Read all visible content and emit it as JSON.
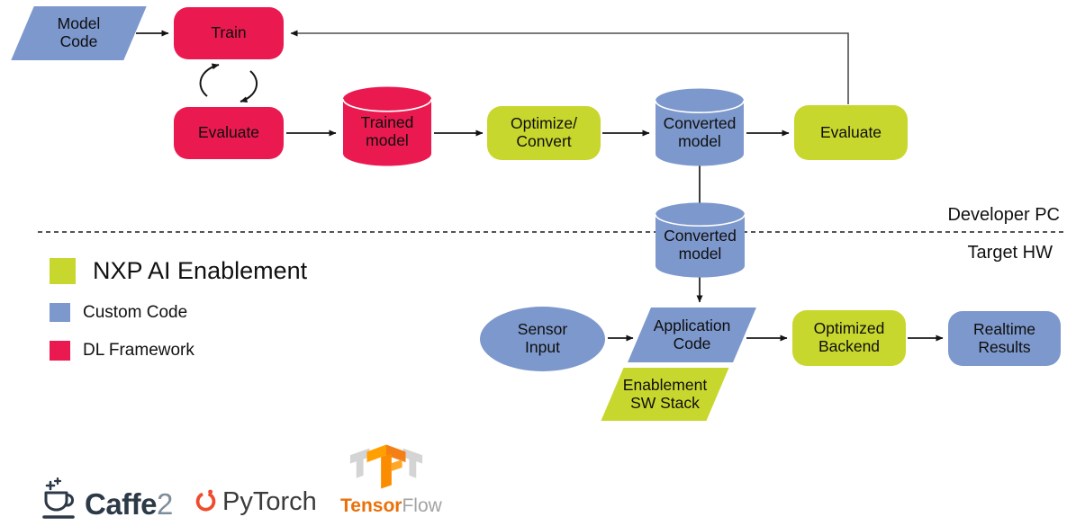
{
  "colors": {
    "enablement": "#C8D72E",
    "custom": "#7D98CC",
    "framework": "#EA1A50"
  },
  "zones": {
    "developer_pc": "Developer PC",
    "target_hw": "Target HW"
  },
  "nodes": {
    "model_code": "Model\nCode",
    "train": "Train",
    "evaluate_framework": "Evaluate",
    "trained_model": "Trained\nmodel",
    "optimize_convert": "Optimize/\nConvert",
    "converted_model_pc": "Converted\nmodel",
    "evaluate_enablement": "Evaluate",
    "converted_model_hw": "Converted\nmodel",
    "sensor_input": "Sensor\nInput",
    "application_code": "Application\nCode",
    "enablement_sw_stack": "Enablement\nSW Stack",
    "optimized_backend": "Optimized\nBackend",
    "realtime_results": "Realtime\nResults"
  },
  "legend": {
    "items": [
      {
        "label": "NXP AI Enablement",
        "color": "#C8D72E"
      },
      {
        "label": "Custom Code",
        "color": "#7D98CC"
      },
      {
        "label": "DL Framework",
        "color": "#EA1A50"
      }
    ]
  },
  "logos": {
    "caffe2": {
      "name": "Caffe",
      "suffix": "2"
    },
    "pytorch": {
      "name": "PyTorch"
    },
    "tensorflow": {
      "name_primary": "Tensor",
      "name_secondary": "Flow"
    }
  }
}
